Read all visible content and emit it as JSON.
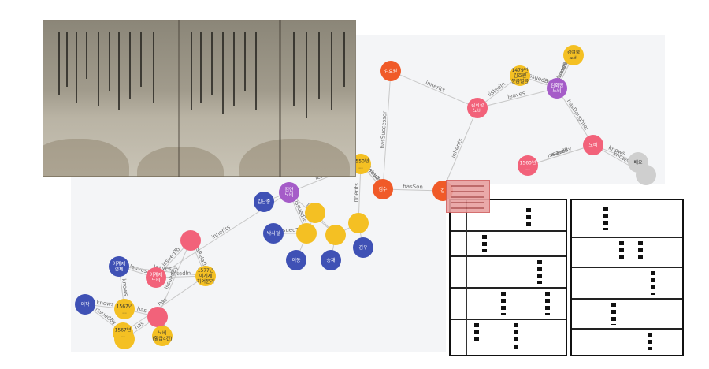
{
  "graph": {
    "nodes": [
      {
        "id": "n1",
        "label": "김효원",
        "cls": "orange"
      },
      {
        "id": "n2",
        "label": "김회정\n노비",
        "cls": "pink"
      },
      {
        "id": "n3",
        "label": "1479년\n김효원\n분급별급",
        "cls": "yellow"
      },
      {
        "id": "n4",
        "label": "김회정\n노비",
        "cls": "purple"
      },
      {
        "id": "n5",
        "label": "김여물\n노비",
        "cls": "yellow"
      },
      {
        "id": "n6",
        "label": "노비",
        "cls": "pink"
      },
      {
        "id": "n7",
        "label": "1560년\n...",
        "cls": "pink"
      },
      {
        "id": "n8",
        "label": "김수",
        "cls": "orange"
      },
      {
        "id": "n9",
        "label": "김",
        "cls": "orange"
      },
      {
        "id": "n10",
        "label": "배요",
        "cls": "gray"
      },
      {
        "id": "n11",
        "label": "",
        "cls": "gray"
      },
      {
        "id": "n12",
        "label": "김난종",
        "cls": "blue"
      },
      {
        "id": "n13",
        "label": "김면\n노비",
        "cls": "purple"
      },
      {
        "id": "n14",
        "label": "박사철",
        "cls": "blue"
      },
      {
        "id": "n15",
        "label": "이동",
        "cls": "blue"
      },
      {
        "id": "n16",
        "label": "송재",
        "cls": "blue"
      },
      {
        "id": "n17",
        "label": "김우",
        "cls": "blue"
      },
      {
        "id": "n18",
        "label": "1550년\n...",
        "cls": "yellow"
      },
      {
        "id": "n19",
        "label": "",
        "cls": "yellow"
      },
      {
        "id": "n20",
        "label": "",
        "cls": "yellow"
      },
      {
        "id": "n21",
        "label": "",
        "cls": "yellow"
      },
      {
        "id": "n22",
        "label": "",
        "cls": "yellow"
      },
      {
        "id": "n23",
        "label": "",
        "cls": "pink"
      },
      {
        "id": "n24",
        "label": "이계제\n노비",
        "cls": "pink"
      },
      {
        "id": "n25",
        "label": "이계제\n형제",
        "cls": "blue"
      },
      {
        "id": "n26",
        "label": "1567년\n...",
        "cls": "yellow"
      },
      {
        "id": "n27",
        "label": "1577년\n이계제\n허여문기",
        "cls": "yellow"
      },
      {
        "id": "n28",
        "label": "이작",
        "cls": "blue"
      },
      {
        "id": "n29",
        "label": "",
        "cls": "pink"
      },
      {
        "id": "n30",
        "label": "",
        "cls": "yellow"
      },
      {
        "id": "n31",
        "label": "노비\n(할급4건)",
        "cls": "yellow"
      },
      {
        "id": "n32",
        "label": "1567년\n...",
        "cls": "yellow"
      }
    ],
    "edges": [
      {
        "from": "n1",
        "to": "n2",
        "label": "inherits"
      },
      {
        "from": "n2",
        "to": "n3",
        "label": "listedIn"
      },
      {
        "from": "n3",
        "to": "n4",
        "label": "issuedBy"
      },
      {
        "from": "n2",
        "to": "n4",
        "label": "leaves"
      },
      {
        "from": "n4",
        "to": "n5",
        "label": "issuedBy"
      },
      {
        "from": "n5",
        "to": "n4",
        "label": "leaves"
      },
      {
        "from": "n4",
        "to": "n6",
        "label": "hasDaughter"
      },
      {
        "from": "n6",
        "to": "n7",
        "label": "leaves"
      },
      {
        "from": "n7",
        "to": "n6",
        "label": "issuedBy"
      },
      {
        "from": "n6",
        "to": "n10",
        "label": "knows"
      },
      {
        "from": "n6",
        "to": "n11",
        "label": "knows"
      },
      {
        "from": "n1",
        "to": "n8",
        "label": "hasSuccessor"
      },
      {
        "from": "n2",
        "to": "n9",
        "label": "inherits"
      },
      {
        "from": "n8",
        "to": "n9",
        "label": "hasSon"
      },
      {
        "from": "n8",
        "to": "n18",
        "label": "leaves"
      },
      {
        "from": "n18",
        "to": "n8",
        "label": "listedIn"
      },
      {
        "from": "n18",
        "to": "n13",
        "label": "leaves"
      },
      {
        "from": "n13",
        "to": "n12",
        "label": ""
      },
      {
        "from": "n13",
        "to": "n19",
        "label": "issuedTo"
      },
      {
        "from": "n13",
        "to": "n20",
        "label": "listedIn"
      },
      {
        "from": "n19",
        "to": "n14",
        "label": "issuedTo"
      },
      {
        "from": "n20",
        "to": "n21",
        "label": ""
      },
      {
        "from": "n20",
        "to": "n22",
        "label": ""
      },
      {
        "from": "n20",
        "to": "n16",
        "label": ""
      },
      {
        "from": "n22",
        "to": "n17",
        "label": ""
      },
      {
        "from": "n21",
        "to": "n15",
        "label": ""
      },
      {
        "from": "n18",
        "to": "n22",
        "label": "inherits"
      },
      {
        "from": "n13",
        "to": "n24",
        "label": "inherits"
      },
      {
        "from": "n24",
        "to": "n27",
        "label": "listedIn"
      },
      {
        "from": "n24",
        "to": "n23",
        "label": "issuedTo"
      },
      {
        "from": "n25",
        "to": "n24",
        "label": "leaves"
      },
      {
        "from": "n25",
        "to": "n27",
        "label": "leaves"
      },
      {
        "from": "n27",
        "to": "n23",
        "label": "hasRelation"
      },
      {
        "from": "n25",
        "to": "n26",
        "label": "knows"
      },
      {
        "from": "n28",
        "to": "n26",
        "label": "knows"
      },
      {
        "from": "n28",
        "to": "n32",
        "label": "issuedBy"
      },
      {
        "from": "n26",
        "to": "n29",
        "label": "has"
      },
      {
        "from": "n23",
        "to": "n29",
        "label": "issuedBy"
      },
      {
        "from": "n29",
        "to": "n31",
        "label": "hasPart"
      },
      {
        "from": "n29",
        "to": "n30",
        "label": "has"
      },
      {
        "from": "n32",
        "to": "n30",
        "label": "issuedBy"
      },
      {
        "from": "n27",
        "to": "n32",
        "label": "has"
      }
    ]
  },
  "colors": {
    "orange": "#f05a28",
    "pink": "#f2627a",
    "yellow": "#f4c023",
    "purple": "#a55cc8",
    "blue": "#3f51b5",
    "gray": "#cfcfcf",
    "edge": "#c8c8c8",
    "edge_label": "#6b6b6b"
  }
}
